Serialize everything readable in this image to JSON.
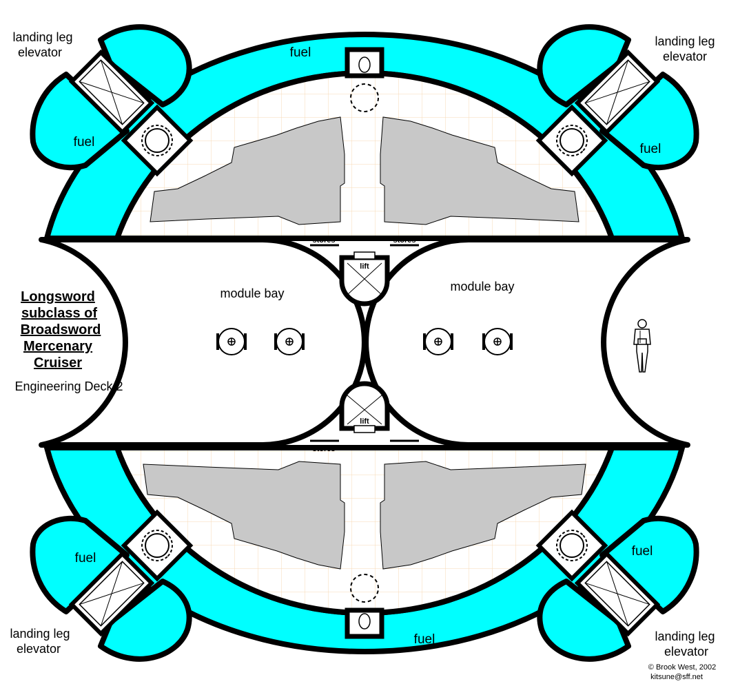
{
  "title_lines": [
    "Longsword",
    "subclass of",
    "Broadsword",
    "Mercenary",
    "Cruiser"
  ],
  "subtitle": "Engineering Deck 2",
  "labels": {
    "fuel": "fuel",
    "landing_leg_line1": "landing leg",
    "landing_leg_line2": "elevator",
    "module_bay": "module bay",
    "stores": "stores",
    "lift": "lift"
  },
  "credit": {
    "line1": "© Brook West, 2002",
    "line2": "kitsune@sff.net"
  },
  "colors": {
    "fuel": "#00ffff",
    "grid": "#f7d9b4",
    "machinery": "#c8c8c8",
    "wall": "#000000"
  }
}
